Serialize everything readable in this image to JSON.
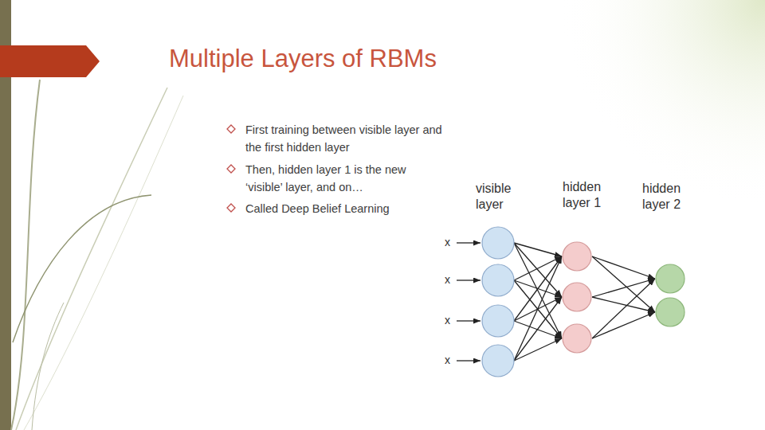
{
  "diagram": {
    "title": "Multiple Layers of RBMs",
    "labels": [
      "First training between visible layer and the first hidden layer",
      "Then, hidden layer 1 is the new ‘visible’ layer, and on…",
      "Called Deep Belief Learning",
      "visible layer",
      "hidden layer 1",
      "hidden layer 2",
      "x",
      "x",
      "x",
      "x"
    ]
  }
}
